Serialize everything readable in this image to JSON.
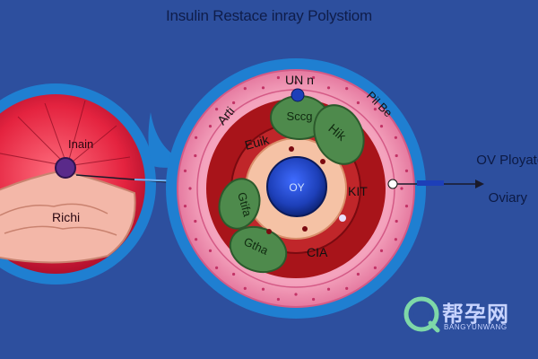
{
  "title": "Insulin Restace inray Polystiom",
  "left_cell": {
    "top_label": "Inain",
    "bottom_label": "Richi"
  },
  "ring_labels": {
    "top": "UN n",
    "upper_left": "Arti",
    "upper_right": "Pil Be"
  },
  "inner": {
    "center": "OY",
    "green_top": "Sccg",
    "upper_left": "Euik",
    "right_top": "Hik",
    "right": "KIT",
    "left_green": "Gtifa",
    "bottom_green": "Gtha",
    "bottom": "CIA"
  },
  "right_labels": {
    "line1": "OV Ployatc s",
    "line2": "Oviary"
  },
  "watermark": {
    "chars": "帮孕网",
    "sub": "BANGYUNWANG"
  },
  "colors": {
    "background": "#2d4f9e",
    "outer_ring": "#1f7fd1",
    "pink_band": "#f29ab6",
    "dark_red": "#a8141a",
    "center_blue": "#1d3fb8",
    "green": "#4e8a4c"
  }
}
